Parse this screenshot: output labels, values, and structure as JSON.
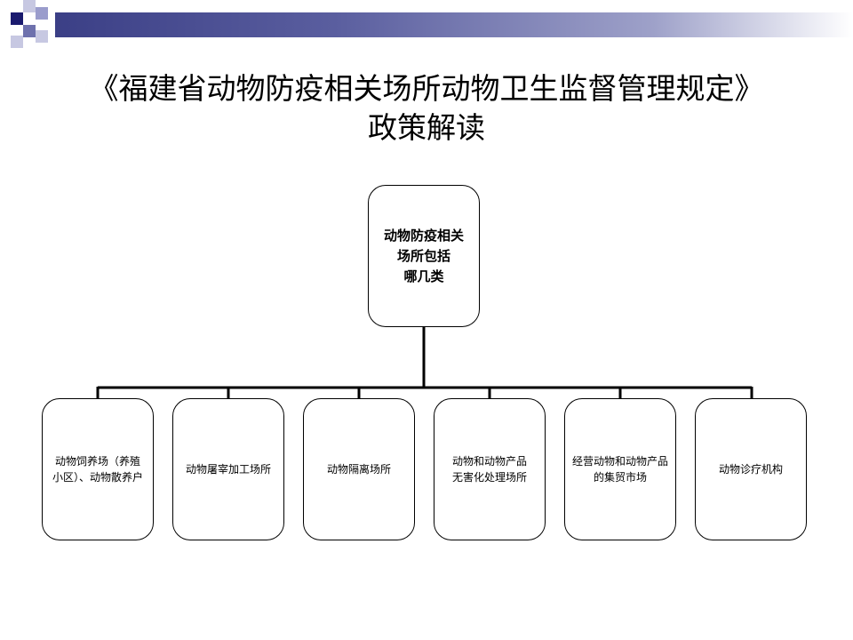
{
  "slide": {
    "title_line1": "《福建省动物防疫相关场所动物卫生监督管理规定》",
    "title_line2": "政策解读"
  },
  "diagram": {
    "root": "动物防疫相关\n场所包括\n哪几类",
    "children": [
      "动物饲养场（养殖\n小区）、动物散养户",
      "动物屠宰加工场所",
      "动物隔离场所",
      "动物和动物产品\n无害化处理场所",
      "经营动物和动物产品\n的集贸市场",
      "动物诊疗机构"
    ]
  },
  "colors": {
    "deco_dark": "#1a1a6e",
    "deco_light": "#9a9ccc",
    "line": "#000000"
  }
}
